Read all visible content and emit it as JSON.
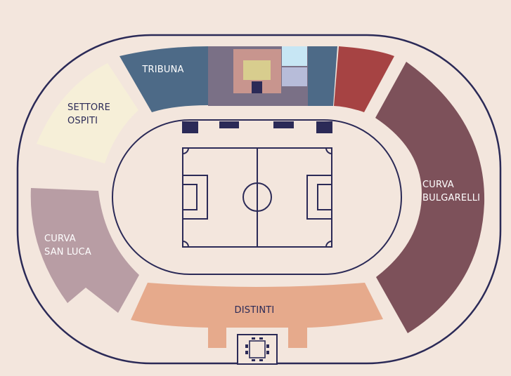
{
  "map": {
    "colors": {
      "background": "#f3e6dd",
      "outline": "#2b2a57",
      "tribuna": "#4d6a87",
      "tribuna_center": "#7a7086",
      "tribuna_box": "#c8958e",
      "tribuna_vip": "#d8cd8e",
      "tribuna_light_blue": "#c7e6f4",
      "tribuna_lavender": "#b7bcd9",
      "tribuna_red": "#a64343",
      "ospiti": "#f6efd8",
      "curva_san_luca": "#b89da4",
      "curva_bulgarelli": "#7d515a",
      "distinti": "#e6aa8c"
    },
    "sectors": {
      "tribuna": {
        "label": "TRIBUNA"
      },
      "settore_ospiti": {
        "line1": "SETTORE",
        "line2": "OSPITI"
      },
      "curva_san_luca": {
        "line1": "CURVA",
        "line2": "SAN LUCA"
      },
      "curva_bulgarelli": {
        "line1": "CURVA",
        "line2": "BULGARELLI"
      },
      "distinti": {
        "label": "DISTINTI"
      }
    }
  }
}
